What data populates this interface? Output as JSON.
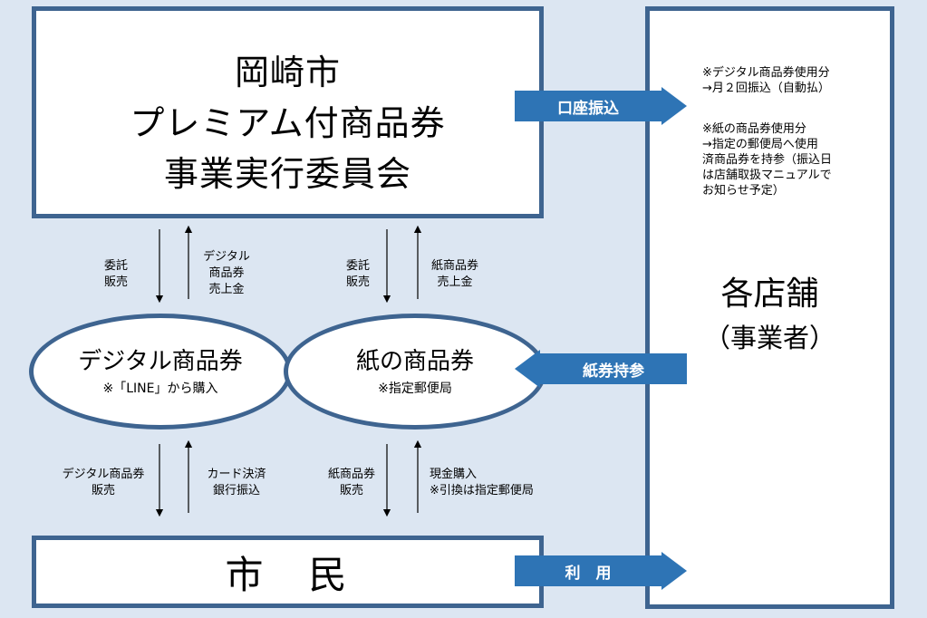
{
  "committee": {
    "lines": [
      "岡崎市",
      "プレミアム付商品券",
      "事業実行委員会"
    ]
  },
  "shops": {
    "note_digital": "※デジタル商品券使用分\n→月２回振込（自動払）",
    "note_paper": "※紙の商品券使用分\n→指定の郵便局へ使用\n済商品券を持参（振込日\nは店舗取扱マニュアルで\nお知らせ予定）",
    "name": "各店舗",
    "sub": "（事業者）"
  },
  "citizens": {
    "title": "市　民"
  },
  "digital": {
    "title": "デジタル商品券",
    "note": "※「LINE」から購入"
  },
  "paper": {
    "title": "紙の商品券",
    "note": "※指定郵便局"
  },
  "flows": {
    "account_transfer": "口座振込",
    "bring_paper": "紙券持参",
    "use": "利　用"
  },
  "labels": {
    "consign_sale_digital": "委託\n販売",
    "digital_proceeds": "デジタル\n商品券\n売上金",
    "consign_sale_paper": "委託\n販売",
    "paper_proceeds": "紙商品券\n売上金",
    "digital_sale": "デジタル商品券\n販売",
    "card_bank": "カード決済\n銀行振込",
    "paper_sale": "紙商品券\n販売",
    "cash_purchase": "現金購入\n※引換は指定郵便局"
  }
}
